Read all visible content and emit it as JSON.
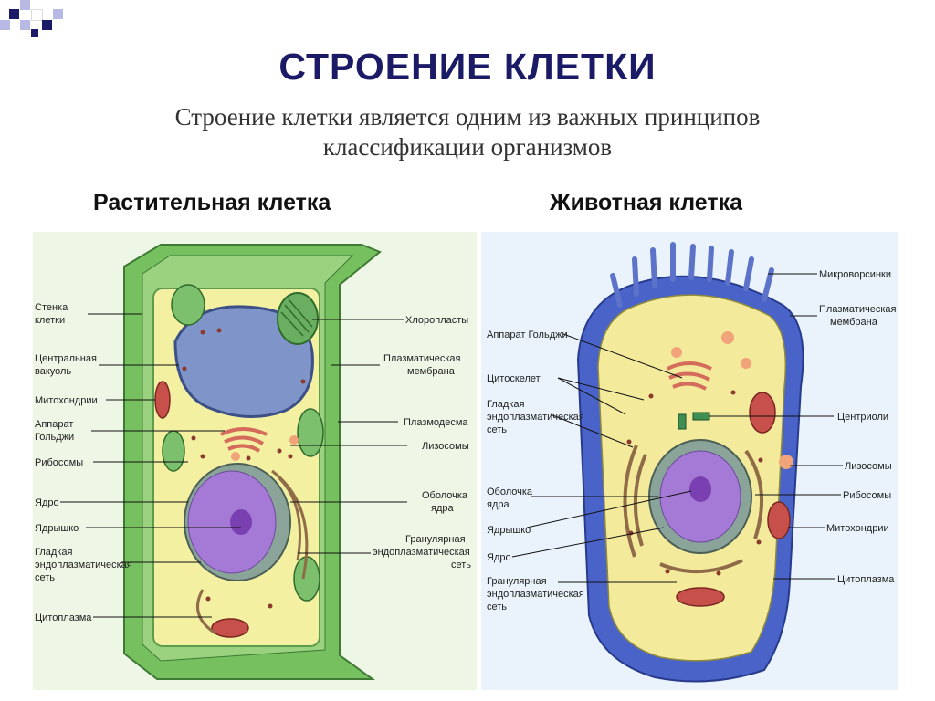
{
  "title": "СТРОЕНИЕ КЛЕТКИ",
  "subtitle_line1": "Строение клетки является одним из важных принципов",
  "subtitle_line2": "классификации организмов",
  "plant": {
    "caption": "Растительная клетка",
    "left_labels": [
      [
        "Стенка",
        "клетки"
      ],
      [
        "Центральная",
        "вакуоль"
      ],
      [
        "Митохондрии"
      ],
      [
        "Аппарат",
        "Гольджи"
      ],
      [
        "Рибосомы"
      ],
      [
        "Ядро"
      ],
      [
        "Ядрышко"
      ],
      [
        "Гладкая",
        "эндоплазматическая",
        "сеть"
      ],
      [
        "Цитоплазма"
      ]
    ],
    "right_labels": [
      [
        "Хлоропласты"
      ],
      [
        "Плазматическая",
        "мембрана"
      ],
      [
        "Плазмодесма"
      ],
      [
        "Лизосомы"
      ],
      [
        "Оболочка",
        "ядра"
      ],
      [
        "Гранулярная",
        "эндоплазматическая",
        "сеть"
      ]
    ]
  },
  "animal": {
    "caption": "Животная клетка",
    "left_labels": [
      [
        "Аппарат Гольджи"
      ],
      [
        "Цитоскелет"
      ],
      [
        "Гладкая",
        "эндоплазматическая",
        "сеть"
      ],
      [
        "Оболочка",
        "ядра"
      ],
      [
        "Ядрышко"
      ],
      [
        "Ядро"
      ],
      [
        "Гранулярная",
        "эндоплазматическая",
        "сеть"
      ]
    ],
    "right_labels": [
      [
        "Микроворсинки"
      ],
      [
        "Плазматическая",
        "мембрана"
      ],
      [
        "Центриоли"
      ],
      [
        "Лизосомы"
      ],
      [
        "Рибосомы"
      ],
      [
        "Митохондрии"
      ],
      [
        "Цитоплазма"
      ]
    ]
  },
  "colors": {
    "title": "#1a1a66",
    "cell_wall": "#76c060",
    "cytoplasm": "#f3f0a2",
    "vacuole": "#7f94c8",
    "nucleus": "#a57ad6",
    "chloroplast": "#6aae62",
    "mitochondria": "#c8504a",
    "animal_membrane": "#4a63c8",
    "golgi": "#d56b5a"
  }
}
